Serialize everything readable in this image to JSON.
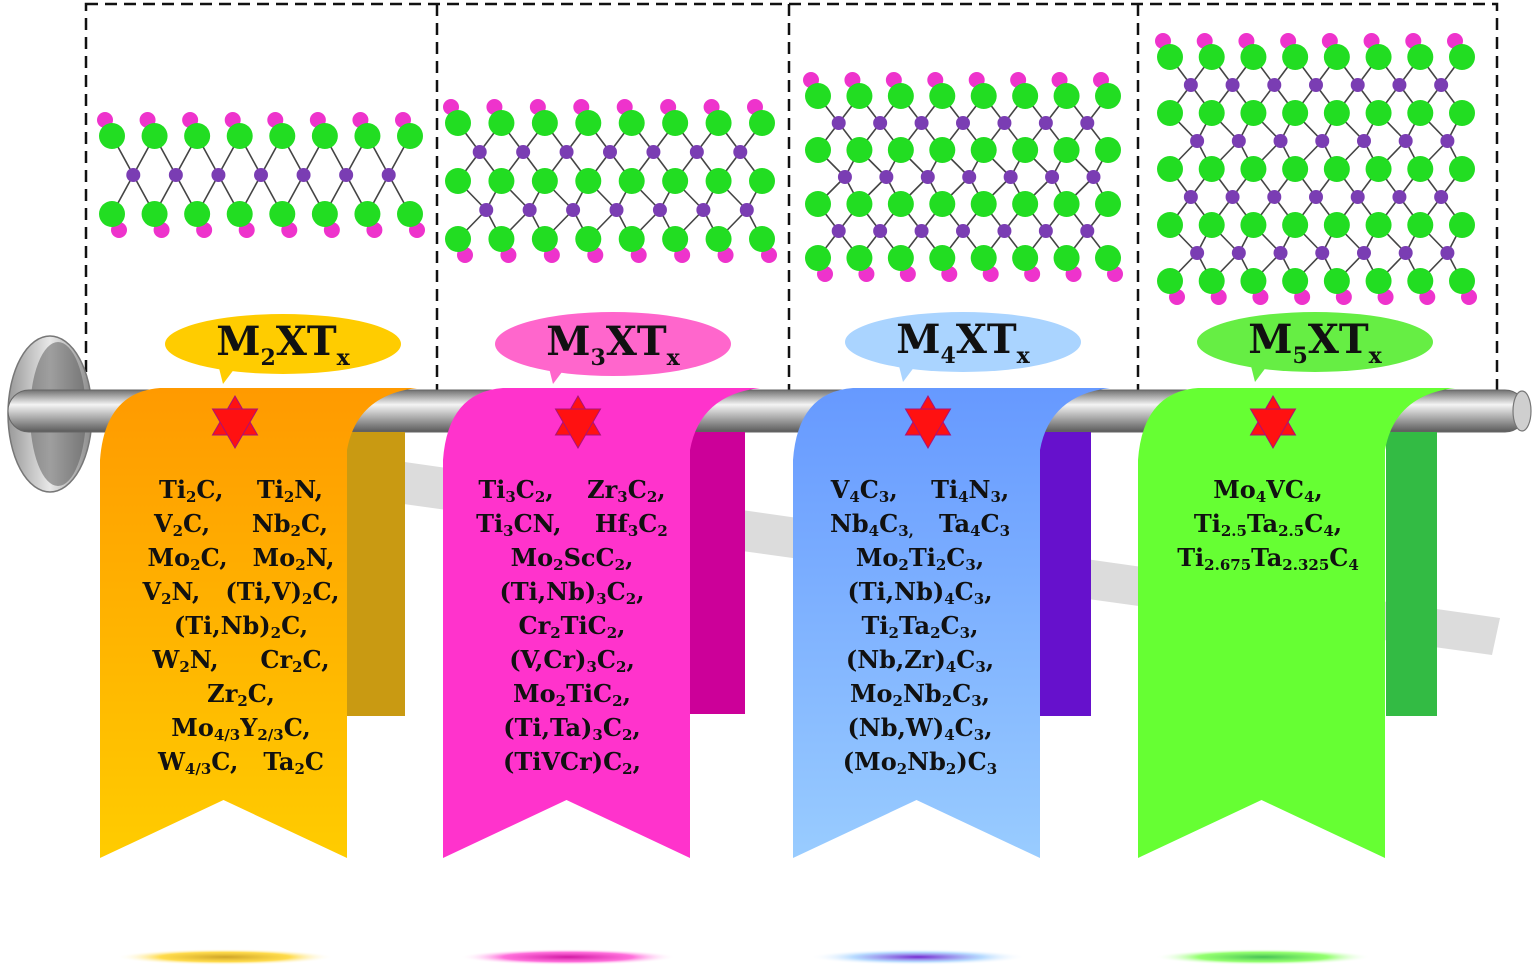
{
  "colors": {
    "metal_atom": "#22dd22",
    "x_atom": "#7a3db3",
    "termination_atom": "#ee33cc",
    "star": "#ff1111",
    "rod": "#b8b8b8"
  },
  "phases": [
    {
      "id": "m2",
      "label": {
        "base": "M",
        "n": "2",
        "rest": "XT",
        "sub": "x"
      },
      "bubble_color": "#ffcc00",
      "ribbon_top": "#ff9a00",
      "ribbon_bottom": "#ffcc00",
      "back_tab_color": "#c99a12",
      "metal_layers": 2,
      "formulas": [
        [
          {
            "t": "Ti"
          },
          {
            "s": "2"
          },
          {
            "t": "C,    Ti"
          },
          {
            "s": "2"
          },
          {
            "t": "N,"
          }
        ],
        [
          {
            "t": "V"
          },
          {
            "s": "2"
          },
          {
            "t": "C,     Nb"
          },
          {
            "s": "2"
          },
          {
            "t": "C,"
          }
        ],
        [
          {
            "t": "Mo"
          },
          {
            "s": "2"
          },
          {
            "t": "C,   Mo"
          },
          {
            "s": "2"
          },
          {
            "t": "N,"
          }
        ],
        [
          {
            "t": "V"
          },
          {
            "s": "2"
          },
          {
            "t": "N,   (Ti,V)"
          },
          {
            "s": "2"
          },
          {
            "t": "C,"
          }
        ],
        [
          {
            "t": "(Ti,Nb)"
          },
          {
            "s": "2"
          },
          {
            "t": "C,"
          }
        ],
        [
          {
            "t": "W"
          },
          {
            "s": "2"
          },
          {
            "t": "N,     Cr"
          },
          {
            "s": "2"
          },
          {
            "t": "C,"
          }
        ],
        [
          {
            "t": "Zr"
          },
          {
            "s": "2"
          },
          {
            "t": "C,"
          }
        ],
        [
          {
            "t": "Mo"
          },
          {
            "s": "4/3"
          },
          {
            "t": "Y"
          },
          {
            "s": "2/3"
          },
          {
            "t": "C,"
          }
        ],
        [
          {
            "t": "W"
          },
          {
            "s": "4/3"
          },
          {
            "t": "C,   Ta"
          },
          {
            "s": "2"
          },
          {
            "t": "C"
          }
        ]
      ]
    },
    {
      "id": "m3",
      "label": {
        "base": "M",
        "n": "3",
        "rest": "XT",
        "sub": "x"
      },
      "bubble_color": "#ff66cc",
      "ribbon_top": "#ff33cc",
      "ribbon_bottom": "#ff33cc",
      "back_tab_color": "#cc0099",
      "metal_layers": 3,
      "formulas": [
        [
          {
            "t": "Ti"
          },
          {
            "s": "3"
          },
          {
            "t": "C"
          },
          {
            "s": "2"
          },
          {
            "t": ",    Zr"
          },
          {
            "s": "3"
          },
          {
            "t": "C"
          },
          {
            "s": "2"
          },
          {
            "t": ","
          }
        ],
        [
          {
            "t": "Ti"
          },
          {
            "s": "3"
          },
          {
            "t": "CN,    Hf"
          },
          {
            "s": "3"
          },
          {
            "t": "C"
          },
          {
            "s": "2"
          }
        ],
        [
          {
            "t": "Mo"
          },
          {
            "s": "2"
          },
          {
            "t": "ScC"
          },
          {
            "s": "2"
          },
          {
            "t": ","
          }
        ],
        [
          {
            "t": "(Ti,Nb)"
          },
          {
            "s": "3"
          },
          {
            "t": "C"
          },
          {
            "s": "2"
          },
          {
            "t": ","
          }
        ],
        [
          {
            "t": "Cr"
          },
          {
            "s": "2"
          },
          {
            "t": "TiC"
          },
          {
            "s": "2"
          },
          {
            "t": ","
          }
        ],
        [
          {
            "t": "(V,Cr)"
          },
          {
            "s": "3"
          },
          {
            "t": "C"
          },
          {
            "s": "2"
          },
          {
            "t": ","
          }
        ],
        [
          {
            "t": "Mo"
          },
          {
            "s": "2"
          },
          {
            "t": "TiC"
          },
          {
            "s": "2"
          },
          {
            "t": ","
          }
        ],
        [
          {
            "t": "(Ti,Ta)"
          },
          {
            "s": "3"
          },
          {
            "t": "C"
          },
          {
            "s": "2"
          },
          {
            "t": ","
          }
        ],
        [
          {
            "t": "(TiVCr)C"
          },
          {
            "s": "2"
          },
          {
            "t": ","
          }
        ]
      ]
    },
    {
      "id": "m4",
      "label": {
        "base": "M",
        "n": "4",
        "rest": "XT",
        "sub": "x"
      },
      "bubble_color": "#aad4ff",
      "ribbon_top": "#6699ff",
      "ribbon_bottom": "#99ccff",
      "back_tab_color": "#6611cc",
      "metal_layers": 4,
      "formulas": [
        [
          {
            "t": "V"
          },
          {
            "s": "4"
          },
          {
            "t": "C"
          },
          {
            "s": "3"
          },
          {
            "t": ",    Ti"
          },
          {
            "s": "4"
          },
          {
            "t": "N"
          },
          {
            "s": "3"
          },
          {
            "t": ","
          }
        ],
        [
          {
            "t": "Nb"
          },
          {
            "s": "4"
          },
          {
            "t": "C"
          },
          {
            "s": "3,"
          },
          {
            "t": "   Ta"
          },
          {
            "s": "4"
          },
          {
            "t": "C"
          },
          {
            "s": "3"
          }
        ],
        [
          {
            "t": "Mo"
          },
          {
            "s": "2"
          },
          {
            "t": "Ti"
          },
          {
            "s": "2"
          },
          {
            "t": "C"
          },
          {
            "s": "3"
          },
          {
            "t": ","
          }
        ],
        [
          {
            "t": "(Ti,Nb)"
          },
          {
            "s": "4"
          },
          {
            "t": "C"
          },
          {
            "s": "3"
          },
          {
            "t": ","
          }
        ],
        [
          {
            "t": "Ti"
          },
          {
            "s": "2"
          },
          {
            "t": "Ta"
          },
          {
            "s": "2"
          },
          {
            "t": "C"
          },
          {
            "s": "3"
          },
          {
            "t": ","
          }
        ],
        [
          {
            "t": "(Nb,Zr)"
          },
          {
            "s": "4"
          },
          {
            "t": "C"
          },
          {
            "s": "3"
          },
          {
            "t": ","
          }
        ],
        [
          {
            "t": "Mo"
          },
          {
            "s": "2"
          },
          {
            "t": "Nb"
          },
          {
            "s": "2"
          },
          {
            "t": "C"
          },
          {
            "s": "3"
          },
          {
            "t": ","
          }
        ],
        [
          {
            "t": "(Nb,W)"
          },
          {
            "s": "4"
          },
          {
            "t": "C"
          },
          {
            "s": "3"
          },
          {
            "t": ","
          }
        ],
        [
          {
            "t": "(Mo"
          },
          {
            "s": "2"
          },
          {
            "t": "Nb"
          },
          {
            "s": "2"
          },
          {
            "t": ")C"
          },
          {
            "s": "3"
          }
        ]
      ]
    },
    {
      "id": "m5",
      "label": {
        "base": "M",
        "n": "5",
        "rest": "XT",
        "sub": "x"
      },
      "bubble_color": "#66ee44",
      "ribbon_top": "#66ff33",
      "ribbon_bottom": "#66ff33",
      "back_tab_color": "#33bb44",
      "metal_layers": 5,
      "formulas": [
        [
          {
            "t": "Mo"
          },
          {
            "s": "4"
          },
          {
            "t": "VC"
          },
          {
            "s": "4"
          },
          {
            "t": ","
          }
        ],
        [
          {
            "t": "Ti"
          },
          {
            "s": "2.5"
          },
          {
            "t": "Ta"
          },
          {
            "s": "2.5"
          },
          {
            "t": "C"
          },
          {
            "s": "4"
          },
          {
            "t": ","
          }
        ],
        [
          {
            "t": "Ti"
          },
          {
            "s": "2.675"
          },
          {
            "t": "Ta"
          },
          {
            "s": "2.325"
          },
          {
            "t": "C"
          },
          {
            "s": "4"
          }
        ]
      ]
    }
  ]
}
